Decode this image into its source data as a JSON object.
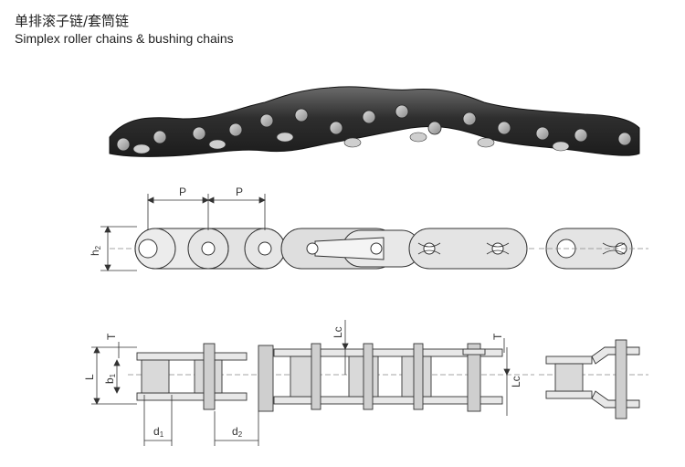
{
  "title": {
    "cn": "单排滚子链/套筒链",
    "en": "Simplex roller chains & bushing chains"
  },
  "dimensions": {
    "pitch": "P",
    "plate_height": "h",
    "plate_height_sub": "2",
    "overall_length": "L",
    "inner_width": "b",
    "inner_width_sub": "1",
    "roller_diameter": "d",
    "roller_diameter_sub": "1",
    "pin_diameter": "d",
    "pin_diameter_sub": "2",
    "plate_thickness": "T",
    "half_length": "Lc"
  },
  "colors": {
    "line": "#333333",
    "plate_fill": "#e6e6e6",
    "roller_fill": "#d9d9d9",
    "center_line": "#888888",
    "photo_dark": "#3a3a3a"
  }
}
